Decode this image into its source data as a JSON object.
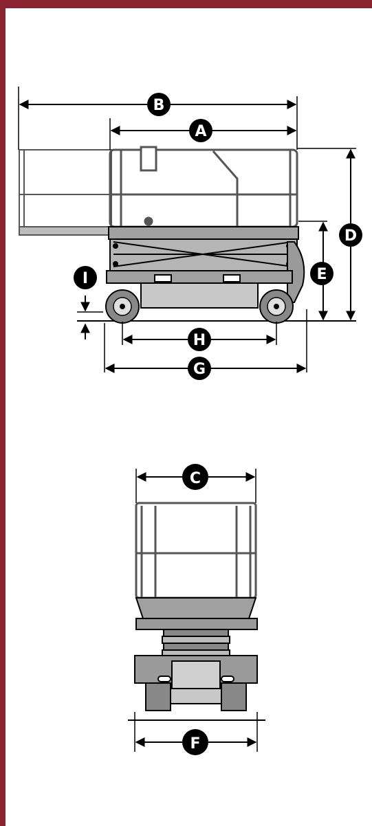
{
  "colors": {
    "frame": "#8a2332",
    "panel": "#ffffff",
    "ink": "#000000",
    "body_fill": "#a0a0a0",
    "rail": "#6e6e6e"
  },
  "side_view": {
    "labels": {
      "A": "A",
      "B": "B",
      "D": "D",
      "E": "E",
      "G": "G",
      "H": "H",
      "I": "I"
    }
  },
  "front_view": {
    "labels": {
      "C": "C",
      "F": "F"
    }
  }
}
